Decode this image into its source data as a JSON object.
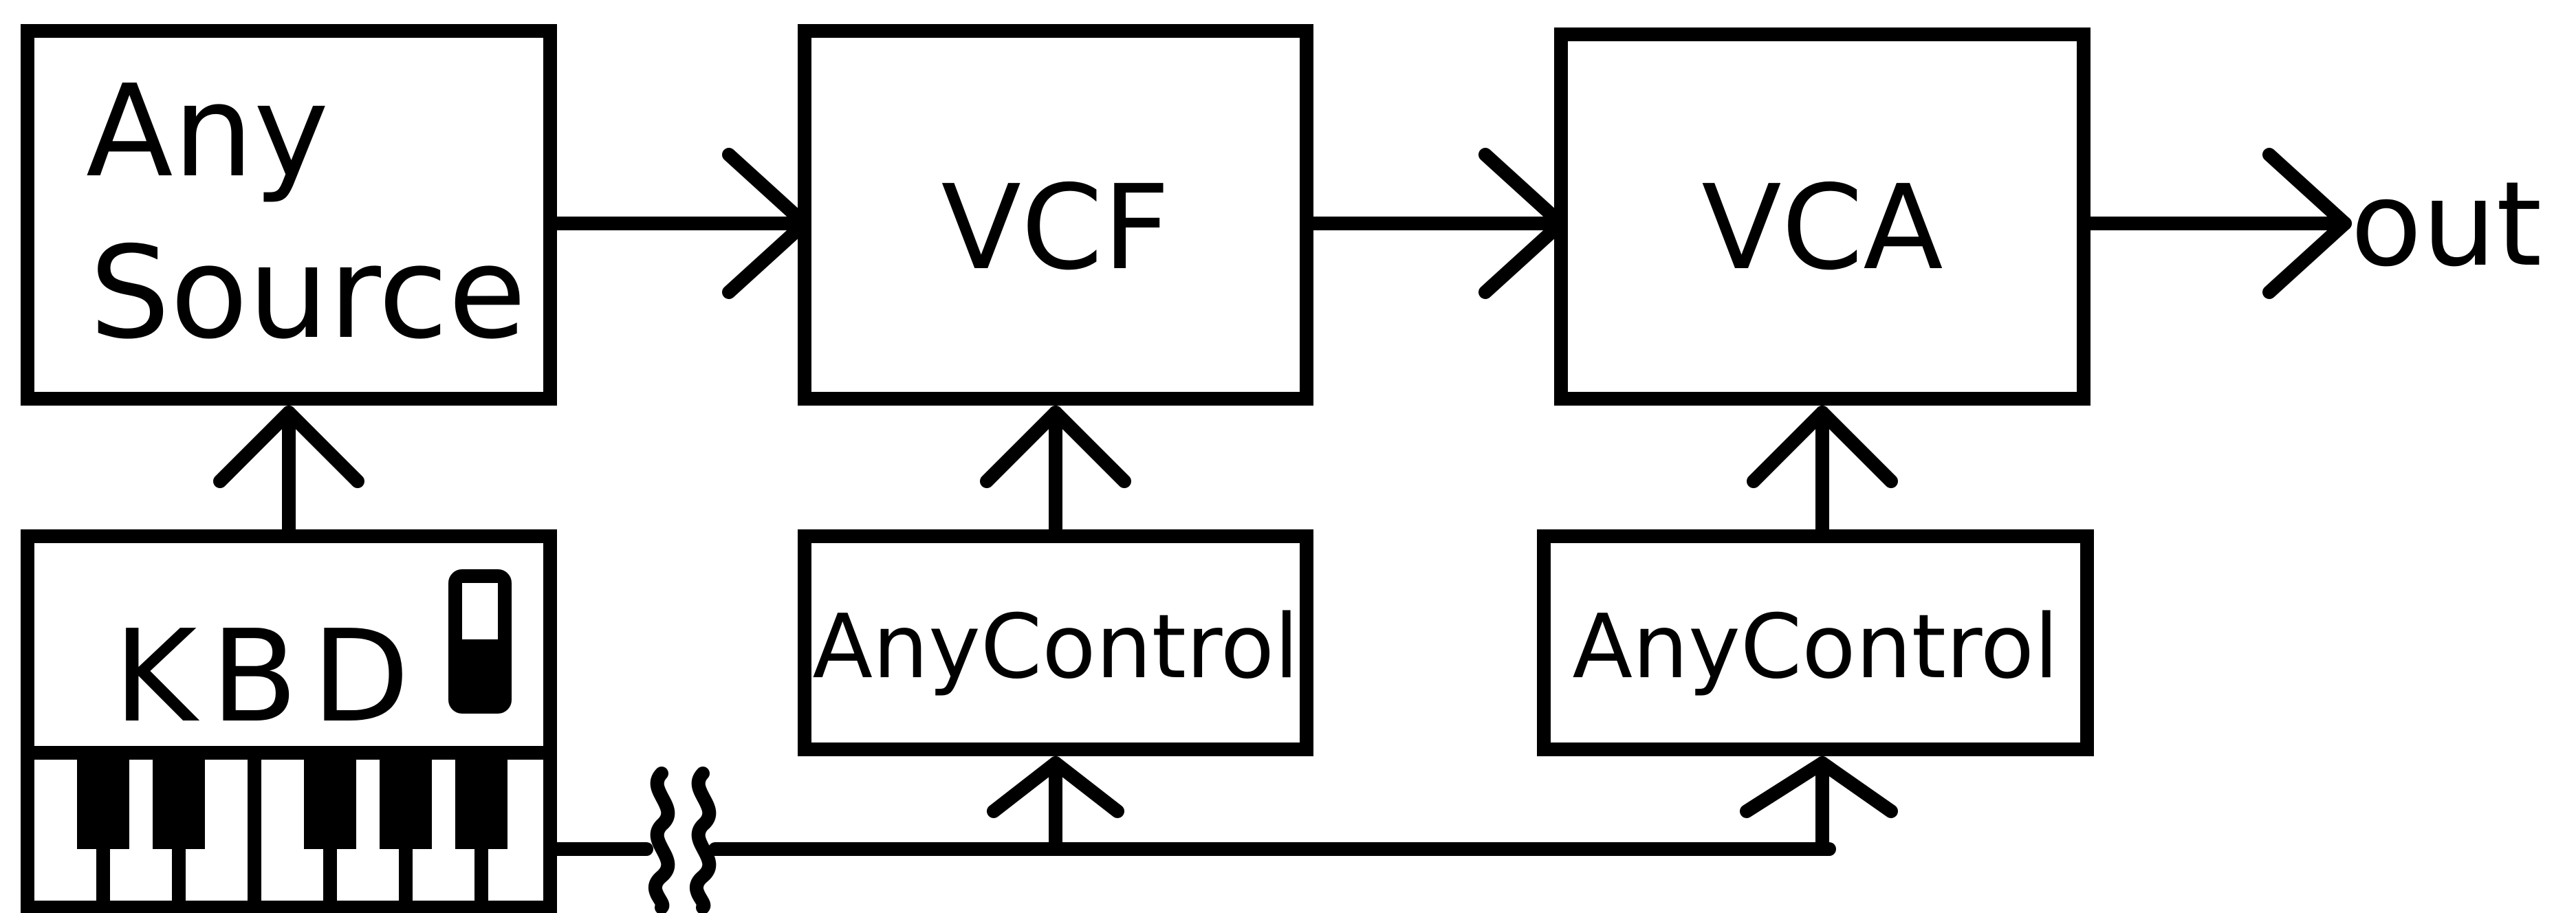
{
  "blocks": {
    "source": {
      "line1": "Any",
      "line2": "Source"
    },
    "vcf": {
      "label": "VCF"
    },
    "vca": {
      "label": "VCA"
    },
    "kbd": {
      "label": "KBD"
    },
    "control_1": {
      "label": "AnyControl"
    },
    "control_2": {
      "label": "AnyControl"
    }
  },
  "output": {
    "label": "out"
  },
  "icons": {
    "arrow": "arrow-head-icon",
    "keys": "piano-keys-icon",
    "switch": "slide-switch-icon",
    "break": "wire-break-icon"
  },
  "colors": {
    "ink": "#000000",
    "paper": "#ffffff"
  }
}
